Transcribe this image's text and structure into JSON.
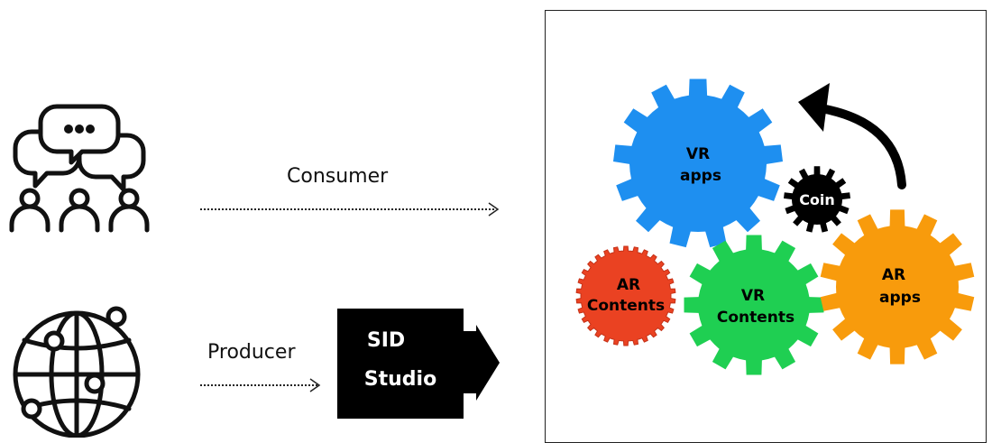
{
  "flows": {
    "consumer_label": "Consumer",
    "producer_label": "Producer"
  },
  "studio": {
    "line1": "SID",
    "line2": "Studio"
  },
  "gears": {
    "vr_apps": {
      "line1": "VR",
      "line2": "apps",
      "color": "#1e8ff0"
    },
    "coin": {
      "line1": "Coin",
      "color": "#000000"
    },
    "ar_contents": {
      "line1": "AR",
      "line2": "Contents",
      "color": "#ea4222"
    },
    "vr_contents": {
      "line1": "VR",
      "line2": "Contents",
      "color": "#1fcf52"
    },
    "ar_apps": {
      "line1": "AR",
      "line2": "apps",
      "color": "#f89b0c"
    }
  },
  "icons": {
    "consumer": "people-chat-icon",
    "producer": "global-network-icon",
    "cycle": "curved-arrow-icon"
  }
}
